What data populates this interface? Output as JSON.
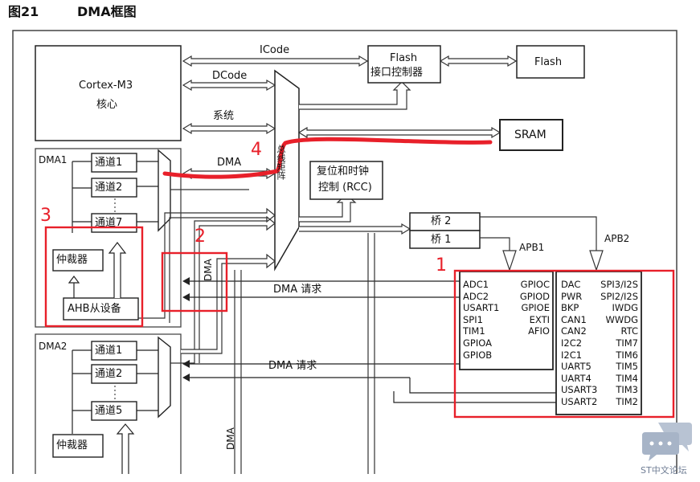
{
  "figure": {
    "number": "图21",
    "title": "DMA框图"
  },
  "buses": {
    "icode": "ICode",
    "dcode": "DCode",
    "system": "系统",
    "dma": "DMA",
    "bus_matrix": "总线矩阵"
  },
  "blocks": {
    "cortex": [
      "Cortex-M3",
      "核心"
    ],
    "flash_ctrl": [
      "Flash",
      "接口控制器"
    ],
    "flash": "Flash",
    "sram": "SRAM",
    "rcc": [
      "复位和时钟",
      "控制 (RCC)"
    ],
    "bridge2": "桥 2",
    "bridge1": "桥 1",
    "apb1": "APB1",
    "apb2": "APB2"
  },
  "dma1": {
    "label": "DMA1",
    "channels": [
      "通道1",
      "通道2",
      "通道7"
    ],
    "arbiter": "仲裁器",
    "ahb_slave": "AHB从设备"
  },
  "dma2": {
    "label": "DMA2",
    "channels": [
      "通道1",
      "通道2",
      "通道5"
    ],
    "arbiter": "仲裁器"
  },
  "dma_request": "DMA  请求",
  "dma_vertical": "DMA",
  "apb1_peripherals": {
    "left": [
      "ADC1",
      "ADC2",
      "USART1",
      "SPI1",
      "TIM1",
      "GPIOA",
      "GPIOB"
    ],
    "right": [
      "GPIOC",
      "GPIOD",
      "GPIOE",
      "EXTI",
      "AFIO"
    ]
  },
  "apb2_peripherals": {
    "left": [
      "DAC",
      "PWR",
      "BKP",
      "CAN1",
      "CAN2",
      "I2C2",
      "I2C1",
      "UART5",
      "UART4",
      "USART3",
      "USART2"
    ],
    "right": [
      "SPI3/I2S",
      "SPI2/I2S",
      "IWDG",
      "WWDG",
      "RTC",
      "TIM7",
      "TIM6",
      "TIM5",
      "TIM4",
      "TIM3",
      "TIM2"
    ]
  },
  "annotations": [
    "1",
    "2",
    "3",
    "4"
  ],
  "watermark": "ST中文论坛",
  "colors": {
    "annotation_red": "#e8202a",
    "line": "#222222"
  }
}
